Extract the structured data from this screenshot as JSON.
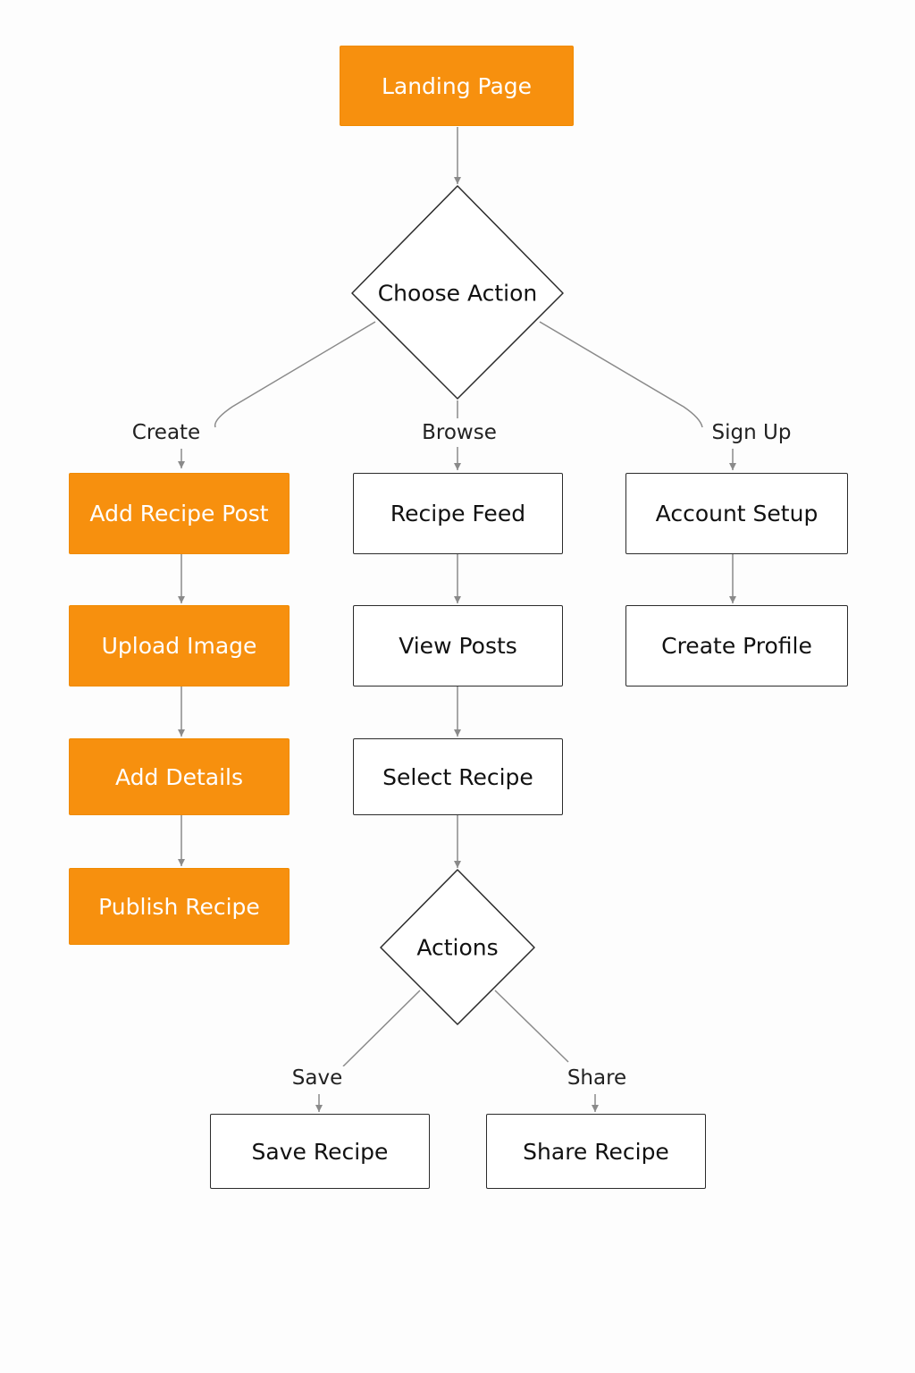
{
  "colors": {
    "accent": "#f7900e",
    "accent_text": "#ffffff",
    "plain_fill": "#ffffff",
    "plain_border": "#2b2b2b",
    "edge": "#8a8a8a",
    "background": "#fdfdfd"
  },
  "nodes": {
    "landing_page": "Landing Page",
    "choose_action": "Choose Action",
    "add_recipe_post": "Add Recipe Post",
    "upload_image": "Upload Image",
    "add_details": "Add Details",
    "publish_recipe": "Publish Recipe",
    "recipe_feed": "Recipe Feed",
    "view_posts": "View Posts",
    "select_recipe": "Select Recipe",
    "account_setup": "Account Setup",
    "create_profile": "Create Profile",
    "actions": "Actions",
    "save_recipe": "Save Recipe",
    "share_recipe": "Share Recipe"
  },
  "edge_labels": {
    "create": "Create",
    "browse": "Browse",
    "sign_up": "Sign Up",
    "save": "Save",
    "share": "Share"
  }
}
